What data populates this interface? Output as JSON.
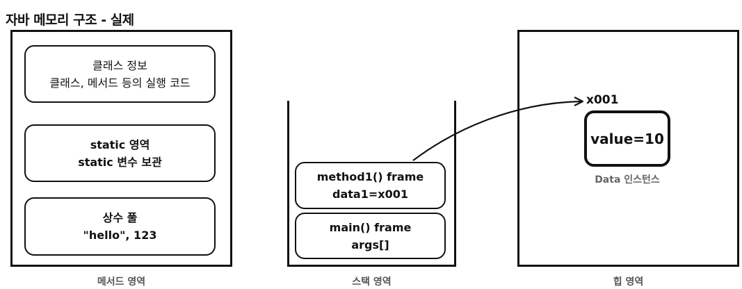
{
  "title": "자바 메모리 구조 - 실제",
  "method_area": {
    "label": "메서드 영역",
    "boxes": [
      {
        "lines": [
          "클래스 정보",
          "클래스, 메서드 등의 실행 코드"
        ]
      },
      {
        "lines": [
          "static 영역",
          "static 변수 보관"
        ]
      },
      {
        "lines": [
          "상수 풀",
          "\"hello\", 123"
        ]
      }
    ]
  },
  "stack_area": {
    "label": "스택 영역",
    "frames": [
      {
        "lines": [
          "method1() frame",
          "data1=x001"
        ]
      },
      {
        "lines": [
          "main() frame",
          "args[]"
        ]
      }
    ]
  },
  "heap_area": {
    "label": "힙 영역",
    "address": "x001",
    "value": "value=10",
    "instance_label": "Data 인스턴스"
  }
}
